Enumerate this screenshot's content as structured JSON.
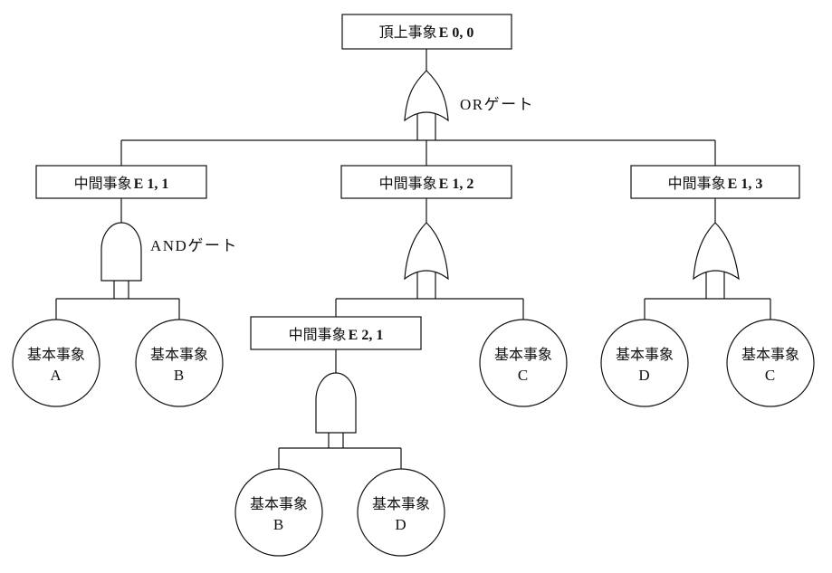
{
  "diagram": {
    "top_event": {
      "label": "頂上事象",
      "id": "E 0, 0"
    },
    "gate_labels": {
      "or": "ORゲート",
      "and": "ANDゲート"
    },
    "intermediate_events": [
      {
        "label": "中間事象",
        "id": "E 1, 1"
      },
      {
        "label": "中間事象",
        "id": "E 1, 2"
      },
      {
        "label": "中間事象",
        "id": "E 1, 3"
      },
      {
        "label": "中間事象",
        "id": "E 2, 1"
      }
    ],
    "basic_events": [
      {
        "label": "基本事象",
        "id": "A"
      },
      {
        "label": "基本事象",
        "id": "B"
      },
      {
        "label": "基本事象",
        "id": "B"
      },
      {
        "label": "基本事象",
        "id": "D"
      },
      {
        "label": "基本事象",
        "id": "C"
      },
      {
        "label": "基本事象",
        "id": "D"
      },
      {
        "label": "基本事象",
        "id": "C"
      }
    ]
  }
}
